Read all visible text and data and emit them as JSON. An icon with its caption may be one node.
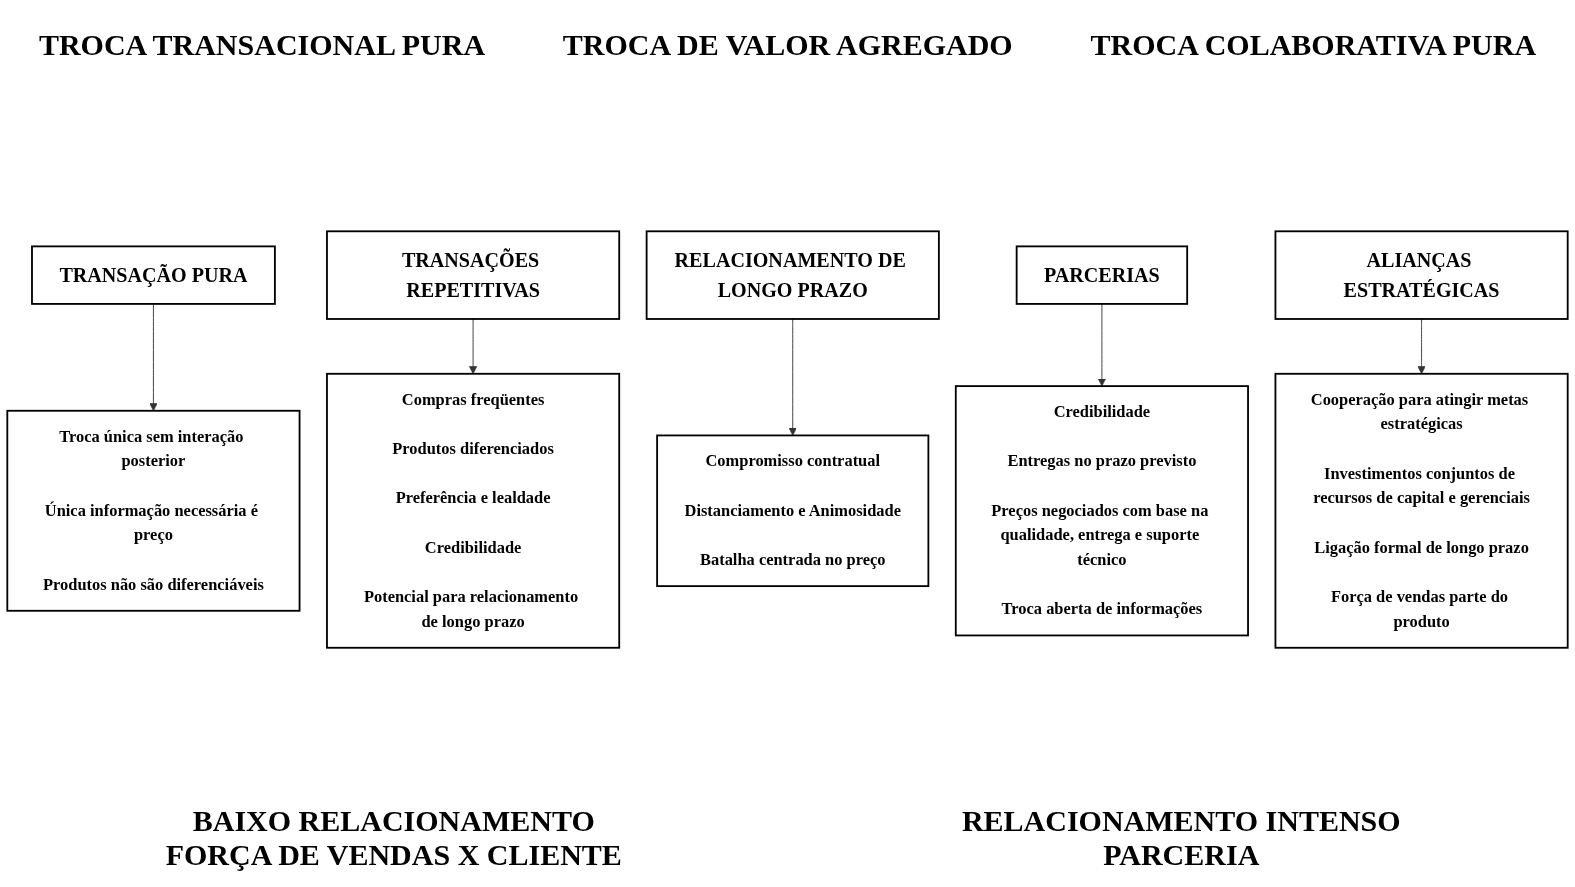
{
  "diagram": {
    "nodes": [
      {
        "text": [
          "TRANSAÇÃO PURA"
        ]
      },
      {
        "text": [
          "TRANSAÇÕES REPETITIVAS"
        ]
      },
      {
        "text": [
          "RELACIONAMENTO DE LONGO PRAZO"
        ]
      },
      {
        "text": [
          "PARCERIAS"
        ]
      },
      {
        "text": [
          "ALIANÇAS ESTRATÉGICAS"
        ]
      },
      {
        "text": [
          "Troca única sem interação posterior",
          "Única informação necessária é preço",
          "Produtos não são diferenciáveis"
        ]
      },
      {
        "text": [
          "Compras freqüentes",
          "Produtos diferenciados",
          "Preferência e lealdade",
          "Credibilidade",
          "Potencial para relacionamento de longo prazo"
        ]
      },
      {
        "text": [
          "Compromisso contratual",
          "Distanciamento e Animosidade",
          "Batalha centrada no preço"
        ]
      },
      {
        "text": [
          "Credibilidade",
          "Entregas no prazo previsto",
          "Preços negociados com base na qualidade, entrega e suporte técnico",
          "Troca aberta de informações"
        ]
      },
      {
        "text": [
          "Cooperação para atingir metas estratégicas",
          "Investimentos conjuntos de recursos de capital e gerenciais",
          "Ligação formal de longo prazo",
          "Força de vendas parte do produto"
        ]
      }
    ],
    "edges": [
      {
        "from": 0,
        "to": 5,
        "arrow": "to"
      },
      {
        "from": 1,
        "to": 6,
        "arrow": "to"
      },
      {
        "from": 2,
        "to": 7,
        "arrow": "to"
      },
      {
        "from": 3,
        "to": 8,
        "arrow": "to"
      },
      {
        "from": 4,
        "to": 9,
        "arrow": "to"
      }
    ],
    "labels": [
      "TROCA TRANSACIONAL PURA",
      "TROCA DE VALOR AGREGADO",
      "TROCA COLABORATIVA PURA",
      "BAIXO RELACIONAMENTO FORÇA DE VENDAS X CLIENTE",
      "RELACIONAMENTO INTENSO PARCERIA"
    ]
  }
}
